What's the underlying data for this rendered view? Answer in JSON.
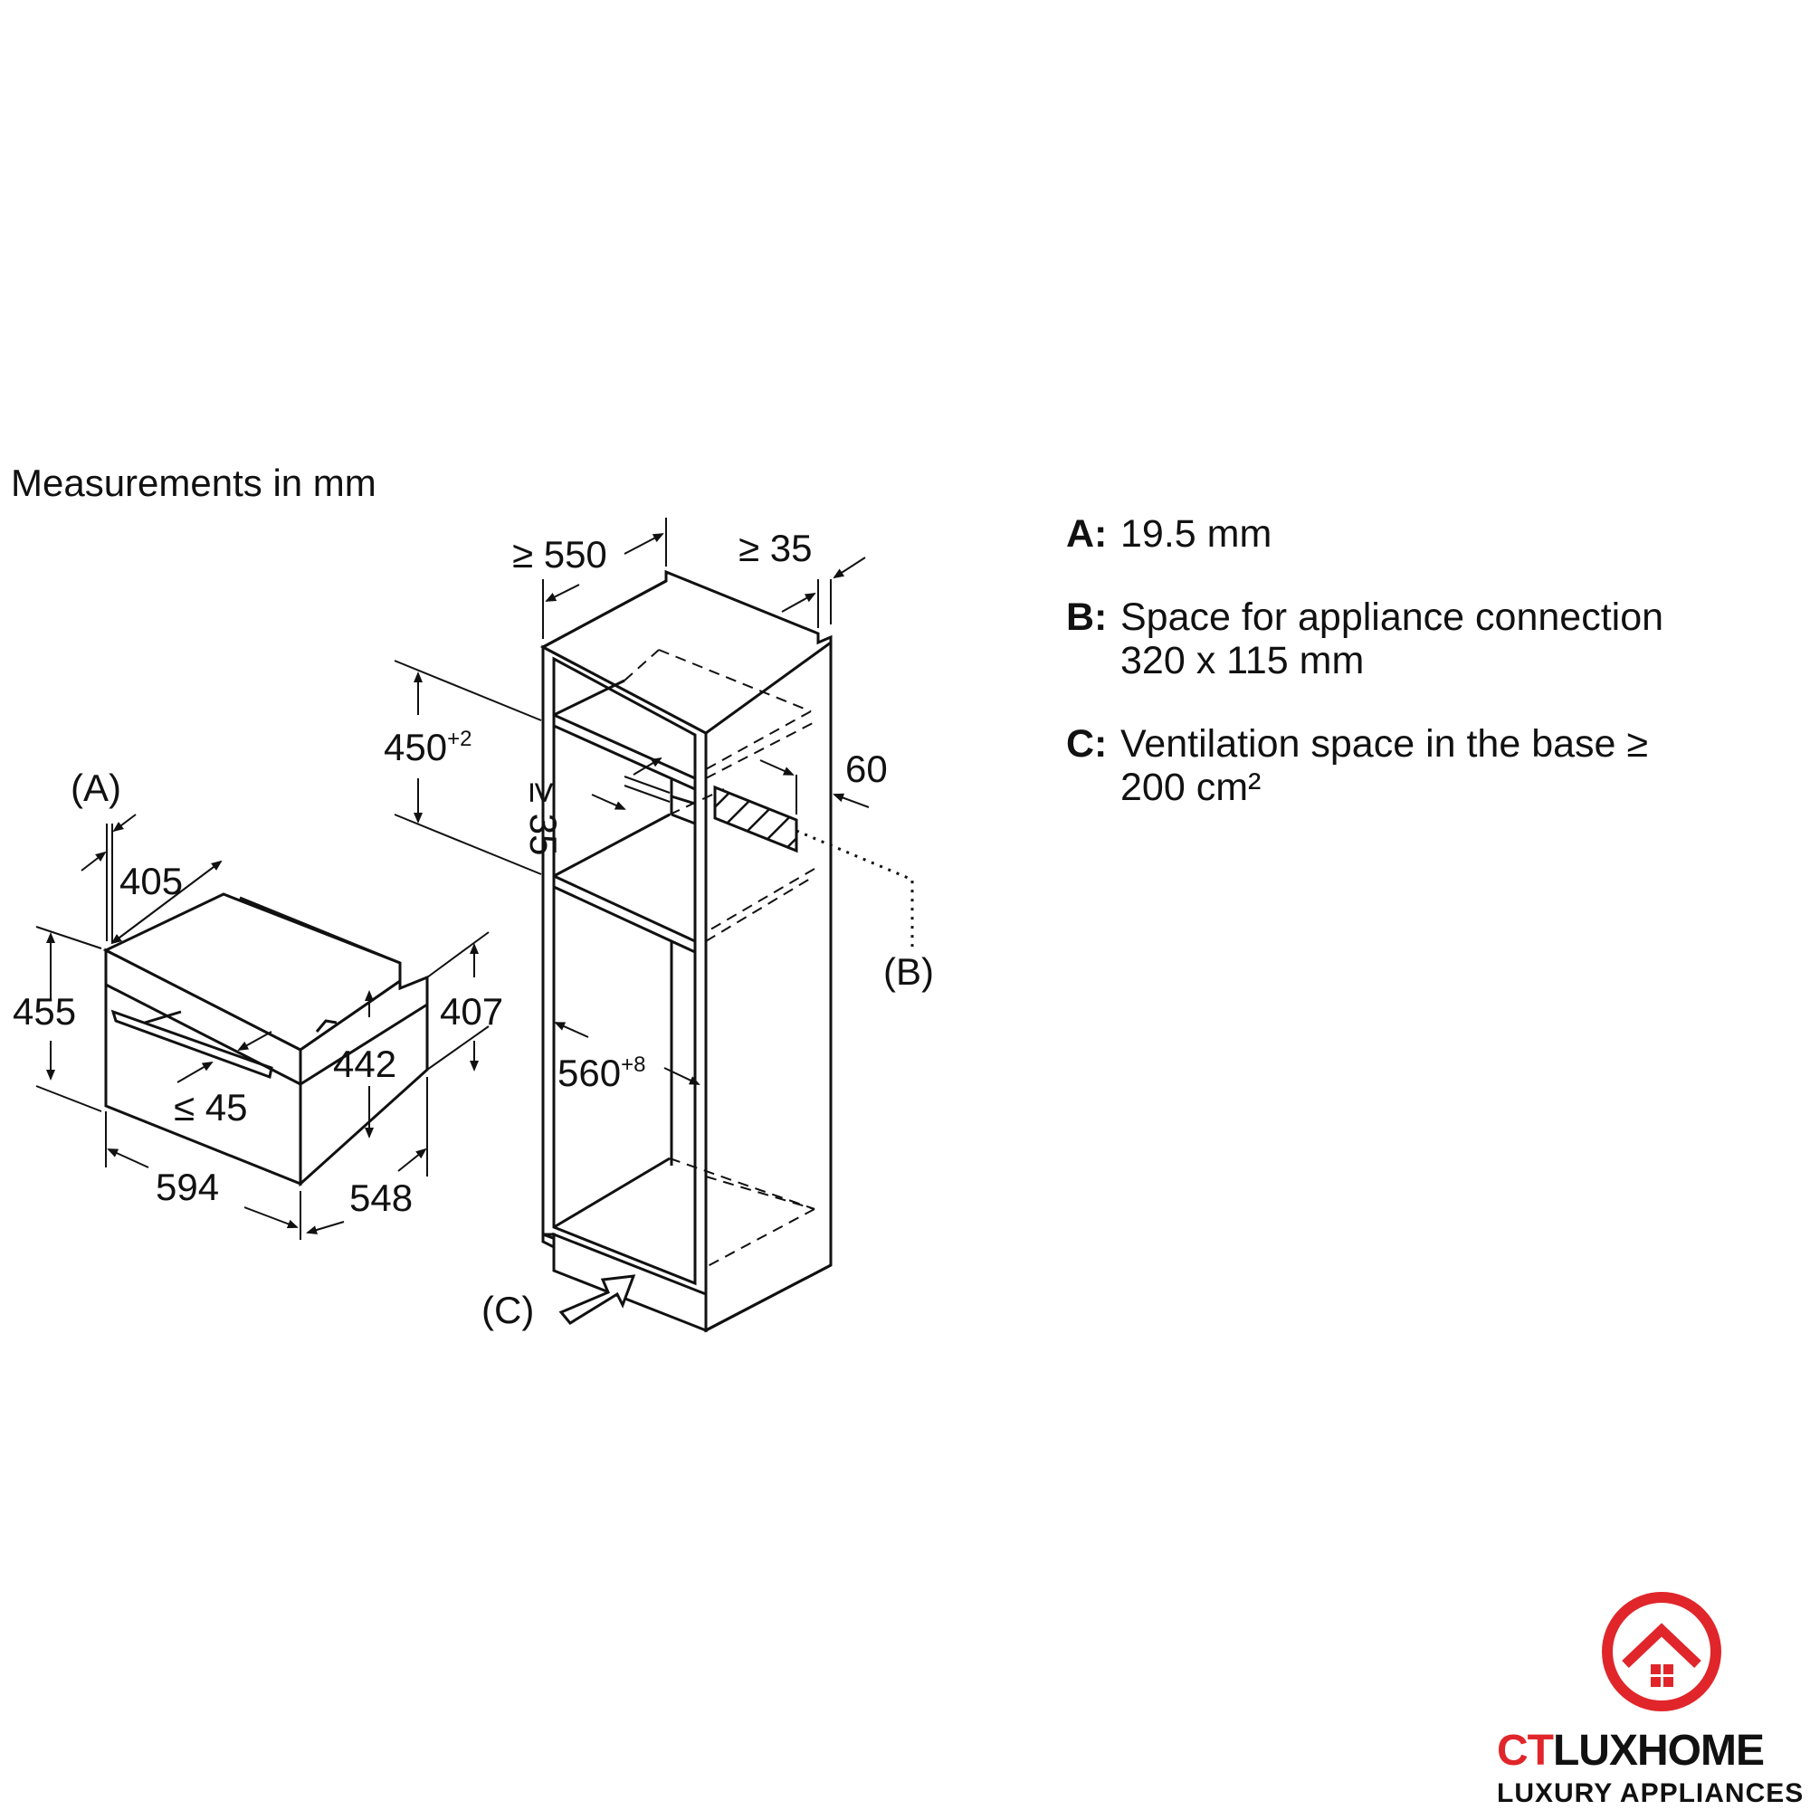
{
  "title": "Measurements in mm",
  "oven_dims": {
    "a_label": "(A)",
    "d405": "405",
    "d455": "455",
    "d442": "442",
    "d407": "407",
    "le45": "≤ 45",
    "d594": "594",
    "d548": "548"
  },
  "cabinet_dims": {
    "ge550": "≥ 550",
    "ge35_top": "≥ 35",
    "d450": "450",
    "d450_sup": "+2",
    "ge35_mid": "≥ 35",
    "d60": "60",
    "b_label": "(B)",
    "d560": "560",
    "d560_sup": "+8",
    "c_label": "(C)"
  },
  "legend": [
    {
      "key": "A:",
      "lines": [
        "19.5 mm"
      ]
    },
    {
      "key": "B:",
      "lines": [
        "Space for appliance connection",
        "320 x 115 mm"
      ]
    },
    {
      "key": "C:",
      "lines": [
        "Ventilation space in the base ≥",
        "200 cm²"
      ]
    }
  ],
  "logo": {
    "brand_ct": "CT",
    "brand_rest": "LUXHOME",
    "tagline": "LUXURY APPLIANCES",
    "accent_color": "#e0262a"
  }
}
